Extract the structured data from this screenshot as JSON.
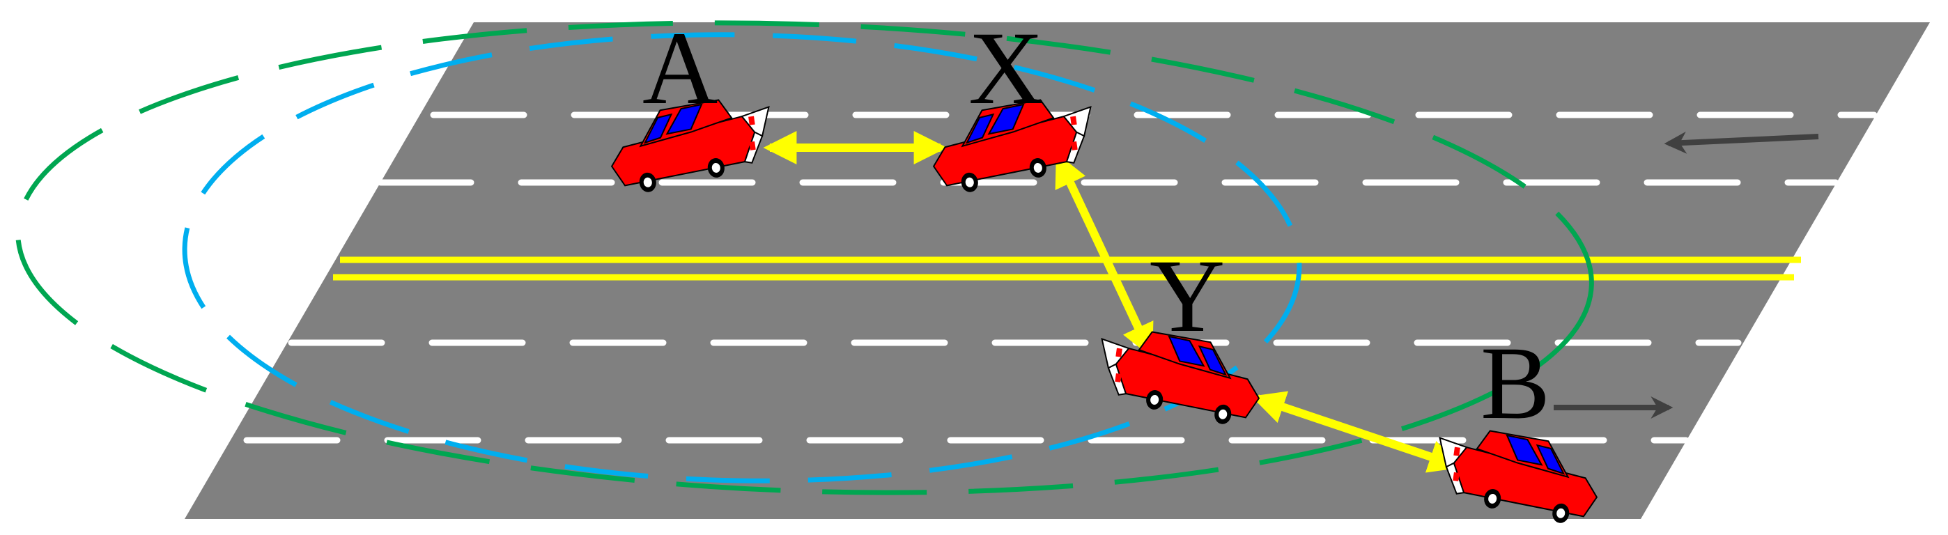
{
  "colors": {
    "road": "#808080",
    "lane_marking": "#ffffff",
    "center_line": "#ffff00",
    "link_arrow": "#ffff00",
    "direction_arrow": "#404040",
    "range_outer": "#00a651",
    "range_inner": "#00aeef",
    "car_body": "#ff0000",
    "car_window": "#0000ff",
    "car_end": "#ffffff"
  },
  "cars": [
    {
      "id": "A",
      "label": "A",
      "facing": "right"
    },
    {
      "id": "X",
      "label": "X",
      "facing": "right"
    },
    {
      "id": "Y",
      "label": "Y",
      "facing": "left"
    },
    {
      "id": "B",
      "label": "B",
      "facing": "left"
    }
  ],
  "links": [
    {
      "from": "A",
      "to": "X"
    },
    {
      "from": "X",
      "to": "Y"
    },
    {
      "from": "Y",
      "to": "B"
    }
  ],
  "direction_arrows": [
    {
      "lane": "upper",
      "direction": "left"
    },
    {
      "lane": "lower",
      "direction": "right"
    }
  ],
  "range_rings": [
    {
      "name": "outer",
      "style": "dashed"
    },
    {
      "name": "inner",
      "style": "dashed"
    }
  ]
}
